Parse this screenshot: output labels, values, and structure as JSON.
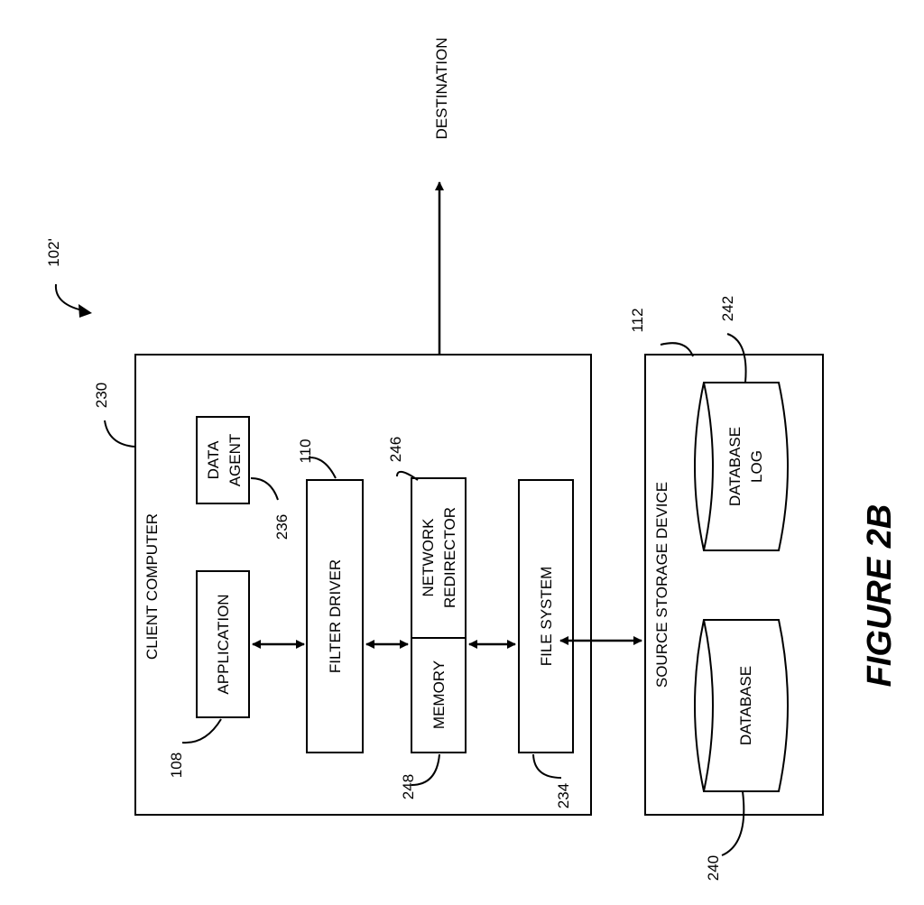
{
  "figure": {
    "title": "FIGURE 2B",
    "ref": "102'"
  },
  "destination": "DESTINATION",
  "client_computer": {
    "label": "CLIENT COMPUTER",
    "ref": "230",
    "application": {
      "label": "APPLICATION",
      "ref": "108"
    },
    "data_agent": {
      "line1": "DATA",
      "line2": "AGENT",
      "ref": "236"
    },
    "filter_driver": {
      "label": "FILTER DRIVER",
      "ref": "110"
    },
    "network_redirector": {
      "line1": "NETWORK",
      "line2": "REDIRECTOR",
      "ref": "246"
    },
    "memory": {
      "label": "MEMORY",
      "ref": "248"
    },
    "file_system": {
      "label": "FILE SYSTEM",
      "ref": "234"
    }
  },
  "source_storage_device": {
    "label": "SOURCE STORAGE DEVICE",
    "ref": "112",
    "database": {
      "label": "DATABASE",
      "ref": "240"
    },
    "database_log": {
      "line1": "DATABASE",
      "line2": "LOG",
      "ref": "242"
    }
  }
}
